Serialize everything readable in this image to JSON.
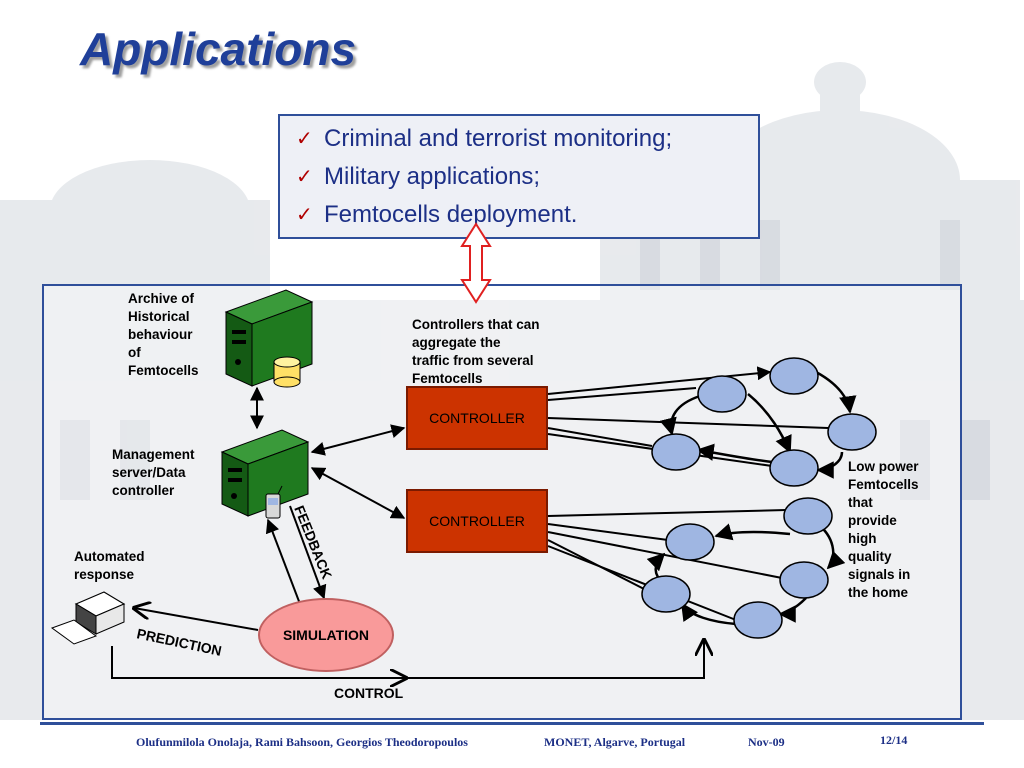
{
  "slide": {
    "title": "Applications",
    "bullets": [
      "Criminal and terrorist monitoring;",
      "Military applications;",
      "Femtocells deployment."
    ]
  },
  "diagram": {
    "archive_label": "Archive of\nHistorical\nbehaviour\nof\nFemtocells",
    "management_label": "Management\nserver/Data\ncontroller",
    "controllers_note": "Controllers that can\naggregate the\ntraffic  from several\nFemtocells",
    "controller_top": "CONTROLLER",
    "controller_bottom": "CONTROLLER",
    "femtocells_note": "Low power\nFemtocells\nthat\nprovide\nhigh\nquality\nsignals in\nthe home",
    "automated_label": "Automated\nresponse",
    "simulation": "SIMULATION",
    "feedback": "FEEDBACK",
    "prediction": "PREDICTION",
    "control": "CONTROL"
  },
  "footer": {
    "authors": "Olufunmilola Onolaja, Rami Bahsoon, Georgios Theodoropoulos",
    "venue": "MONET, Algarve, Portugal",
    "date": "Nov-09",
    "page": "12/14"
  },
  "colors": {
    "title": "#1f3f99",
    "controller": "#cc3300",
    "femtocell": "#9fb6e2",
    "simulation": "#f99a9a",
    "server": "#1f7a1f",
    "frame": "#2f4f9a"
  }
}
